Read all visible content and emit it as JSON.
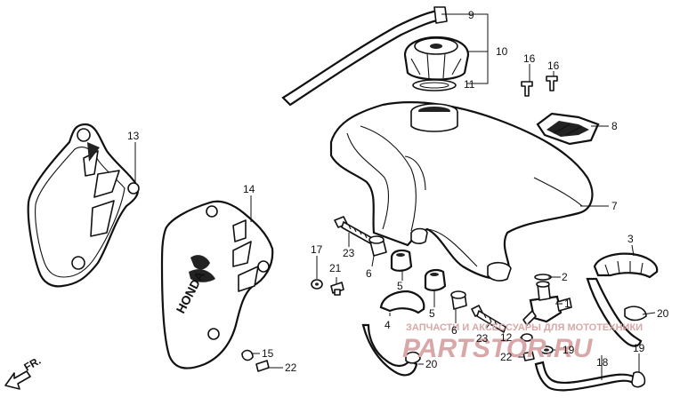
{
  "diagram": {
    "callouts": [
      {
        "id": "c9",
        "text": "9"
      },
      {
        "id": "c10",
        "text": "10"
      },
      {
        "id": "c11",
        "text": "11"
      },
      {
        "id": "c16a",
        "text": "16"
      },
      {
        "id": "c16b",
        "text": "16"
      },
      {
        "id": "c8",
        "text": "8"
      },
      {
        "id": "c13",
        "text": "13"
      },
      {
        "id": "c14",
        "text": "14"
      },
      {
        "id": "c7",
        "text": "7"
      },
      {
        "id": "c3",
        "text": "3"
      },
      {
        "id": "c17",
        "text": "17"
      },
      {
        "id": "c23a",
        "text": "23"
      },
      {
        "id": "c21",
        "text": "21"
      },
      {
        "id": "c6a",
        "text": "6"
      },
      {
        "id": "c5a",
        "text": "5"
      },
      {
        "id": "c5b",
        "text": "5"
      },
      {
        "id": "c2",
        "text": "2"
      },
      {
        "id": "c1",
        "text": "1"
      },
      {
        "id": "c20a",
        "text": "20"
      },
      {
        "id": "c4",
        "text": "4"
      },
      {
        "id": "c6b",
        "text": "6"
      },
      {
        "id": "c23b",
        "text": "23"
      },
      {
        "id": "c12",
        "text": "12"
      },
      {
        "id": "c22a",
        "text": "22"
      },
      {
        "id": "c19a",
        "text": "19"
      },
      {
        "id": "c18",
        "text": "18"
      },
      {
        "id": "c19b",
        "text": "19"
      },
      {
        "id": "c20b",
        "text": "20"
      },
      {
        "id": "c15",
        "text": "15"
      },
      {
        "id": "c22b",
        "text": "22"
      }
    ],
    "direction_label": "FR.",
    "emblem_text": "HONDA"
  },
  "watermark": {
    "subtitle": "ЗАПЧАСТИ И АКСЕССУАРЫ ДЛЯ МОТОТЕХНИКИ",
    "brand": "PARTSTOR.RU",
    "color": "#d9a7a7"
  }
}
